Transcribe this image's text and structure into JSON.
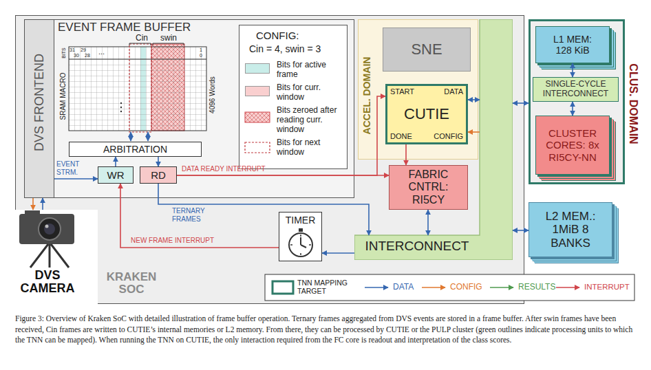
{
  "diagram": {
    "caption": "Figure 3: Overview of Kraken SoC with detailed illustration of frame buffer operation. Ternary frames aggregated from DVS events are stored in a frame buffer. After swin frames have been received, Cin frames are written to CUTIE’s internal memories or L2 memory. From there, they can be processed by CUTIE or the PULP cluster (green outlines indicate processing units to which the TNN can be mapped). When running the TNN on CUTIE, the only interaction required from the FC core is readout and interpretation of the class scores.",
    "nodes": [
      {
        "text": [
          "KRAKEN SOC"
        ]
      },
      {
        "text": [
          "DVS FRONTEND"
        ],
        "in": 0
      },
      {
        "text": [
          "EVENT FRAME BUFFER"
        ],
        "in": 1
      },
      {
        "text": [
          "CONFIG:",
          "Cin = 4, swin = 3"
        ],
        "in": 2
      },
      {
        "text": [
          "ARBITRATION"
        ],
        "in": 2
      },
      {
        "text": [
          "WR"
        ],
        "in": 2
      },
      {
        "text": [
          "RD"
        ],
        "in": 2
      },
      {
        "text": [
          "ACCEL. DOMAIN"
        ],
        "in": 0
      },
      {
        "text": [
          "SNE"
        ],
        "in": 7
      },
      {
        "text": [
          "CUTIE",
          "START",
          "DATA",
          "DONE",
          "CONFIG"
        ],
        "in": 7
      },
      {
        "text": [
          "FABRIC CNTRL: RI5CY"
        ],
        "in": 0
      },
      {
        "text": [
          "CLUS. DOMAIN"
        ],
        "in": 0
      },
      {
        "text": [
          "L1 MEM: 128 KiB"
        ],
        "in": 11
      },
      {
        "text": [
          "SINGLE-CYCLE INTERCONNECT"
        ],
        "in": 11
      },
      {
        "text": [
          "CLUSTER CORES: 8x RI5CY-NN"
        ],
        "in": 11
      },
      {
        "text": [
          "L2 MEM.: 1MiB 8 BANKS"
        ],
        "in": 0
      },
      {
        "text": [
          "INTERCONNECT"
        ],
        "in": 0
      },
      {
        "text": [
          "TIMER"
        ],
        "in": 0
      },
      {
        "text": [
          "DVS CAMERA"
        ]
      }
    ],
    "edges": [
      {
        "from": 18,
        "to": 1,
        "arrow": "to"
      },
      {
        "from": 1,
        "to": 18,
        "arrow": "to"
      },
      {
        "from": 1,
        "to": 5,
        "label": "EVENT STRM.",
        "arrow": "to"
      },
      {
        "from": 5,
        "to": 4,
        "arrow": "to"
      },
      {
        "from": 4,
        "to": 6,
        "arrow": "to"
      },
      {
        "from": 6,
        "to": 10,
        "label": "DATA READY INTERRUPT",
        "arrow": "to"
      },
      {
        "from": 6,
        "to": 9,
        "arrow": "to"
      },
      {
        "from": 6,
        "to": 16,
        "label": "TERNARY FRAMES",
        "arrow": "to"
      },
      {
        "from": 17,
        "to": 5,
        "label": "NEW FRAME INTERRUPT",
        "arrow": "to"
      },
      {
        "from": 16,
        "to": 17,
        "arrow": "to"
      },
      {
        "from": 9,
        "to": 10,
        "arrow": "to"
      },
      {
        "from": 10,
        "to": 16,
        "arrow": "both"
      },
      {
        "from": 9,
        "to": 16,
        "arrow": "both"
      },
      {
        "from": 16,
        "to": 9,
        "arrow": "to"
      },
      {
        "from": 11,
        "to": 16,
        "arrow": "both"
      },
      {
        "from": 15,
        "to": 16,
        "arrow": "both"
      },
      {
        "from": 12,
        "to": 13,
        "arrow": "both"
      },
      {
        "from": 14,
        "to": 13,
        "arrow": "both"
      }
    ],
    "labels": [
      "BITS",
      "31",
      "29",
      "30",
      "28",
      "...",
      "Cin",
      "swin",
      "1",
      "0",
      "SRAM MACRO",
      "4096 Words"
    ],
    "legend": [
      {
        "text": "Bits for active frame",
        "color": "#c9ede9"
      },
      {
        "text": "Bits for curr. window",
        "color": "#f9cfcf"
      },
      {
        "text": "Bits zeroed after reading curr. window"
      },
      {
        "text": "Bits for next window"
      },
      {
        "text": "TNN MAPPING TARGET"
      },
      {
        "text": "DATA"
      },
      {
        "text": "CONFIG"
      },
      {
        "text": "RESULTS"
      },
      {
        "text": "INTERRUPT"
      }
    ]
  }
}
